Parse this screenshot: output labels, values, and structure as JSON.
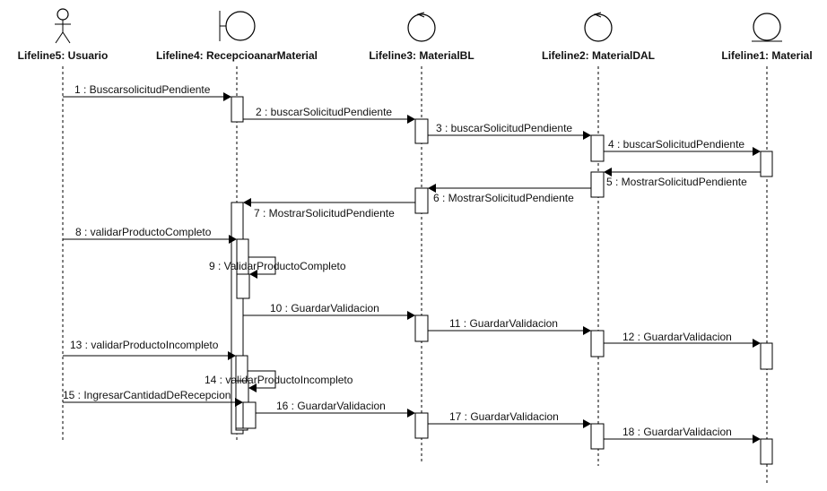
{
  "lifelines": [
    {
      "id": "usuario",
      "name": "Lifeline5: Usuario",
      "icon": "actor-icon"
    },
    {
      "id": "recepcion",
      "name": "Lifeline4: RecepcioanarMaterial",
      "icon": "boundary-icon"
    },
    {
      "id": "bl",
      "name": "Lifeline3: MaterialBL",
      "icon": "control-icon"
    },
    {
      "id": "dal",
      "name": "Lifeline2: MaterialDAL",
      "icon": "control-icon"
    },
    {
      "id": "material",
      "name": "Lifeline1: Material",
      "icon": "entity-icon"
    }
  ],
  "messages": [
    {
      "label": "1 : BuscarsolicitudPendiente",
      "from": "usuario",
      "to": "recepcion"
    },
    {
      "label": "2 : buscarSolicitudPendiente",
      "from": "recepcion",
      "to": "bl"
    },
    {
      "label": "3 : buscarSolicitudPendiente",
      "from": "bl",
      "to": "dal"
    },
    {
      "label": "4 : buscarSolicitudPendiente",
      "from": "dal",
      "to": "material"
    },
    {
      "label": "5 : MostrarSolicitudPendiente",
      "from": "material",
      "to": "dal"
    },
    {
      "label": "6 : MostrarSolicitudPendiente",
      "from": "dal",
      "to": "bl"
    },
    {
      "label": "7 : MostrarSolicitudPendiente",
      "from": "bl",
      "to": "recepcion"
    },
    {
      "label": "8 : validarProductoCompleto",
      "from": "usuario",
      "to": "recepcion"
    },
    {
      "label": "9 : ValidarProductoCompleto",
      "from": "recepcion",
      "to": "recepcion"
    },
    {
      "label": "10 : GuardarValidacion",
      "from": "recepcion",
      "to": "bl"
    },
    {
      "label": "11 : GuardarValidacion",
      "from": "bl",
      "to": "dal"
    },
    {
      "label": "12 : GuardarValidacion",
      "from": "dal",
      "to": "material"
    },
    {
      "label": "13 : validarProductoIncompleto",
      "from": "usuario",
      "to": "recepcion"
    },
    {
      "label": "14 : validarProductoIncompleto",
      "from": "recepcion",
      "to": "recepcion"
    },
    {
      "label": "15 : IngresarCantidadDeRecepcion",
      "from": "usuario",
      "to": "recepcion"
    },
    {
      "label": "16 : GuardarValidacion",
      "from": "recepcion",
      "to": "bl"
    },
    {
      "label": "17 : GuardarValidacion",
      "from": "bl",
      "to": "dal"
    },
    {
      "label": "18 : GuardarValidacion",
      "from": "dal",
      "to": "material"
    }
  ]
}
